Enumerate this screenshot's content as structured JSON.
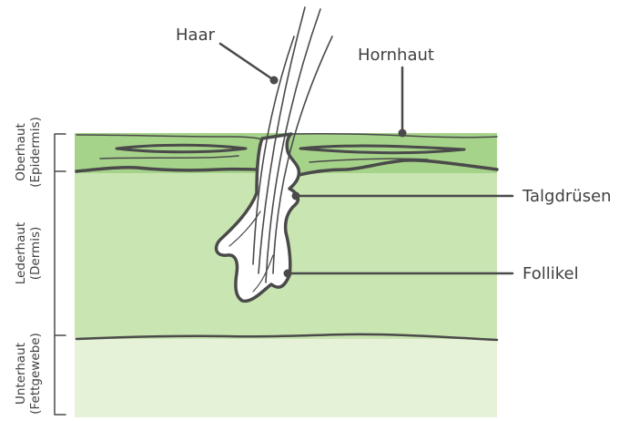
{
  "labels": {
    "haar": "Haar",
    "hornhaut": "Hornhaut",
    "talgdruesen": "Talgdrüsen",
    "follikel": "Follikel"
  },
  "layers": {
    "oberhaut": {
      "name": "Oberhaut",
      "latin": "(Epidermis)"
    },
    "lederhaut": {
      "name": "Lederhaut",
      "latin": "(Dermis)"
    },
    "unterhaut": {
      "name": "Unterhaut",
      "latin": "(Fettgewebe)"
    }
  },
  "colors": {
    "epidermis": "#a6d38a",
    "dermis": "#c9e5b1",
    "subcutis": "#e6f2d8",
    "outline": "#4a4a4a",
    "text": "#3f3f3f"
  }
}
